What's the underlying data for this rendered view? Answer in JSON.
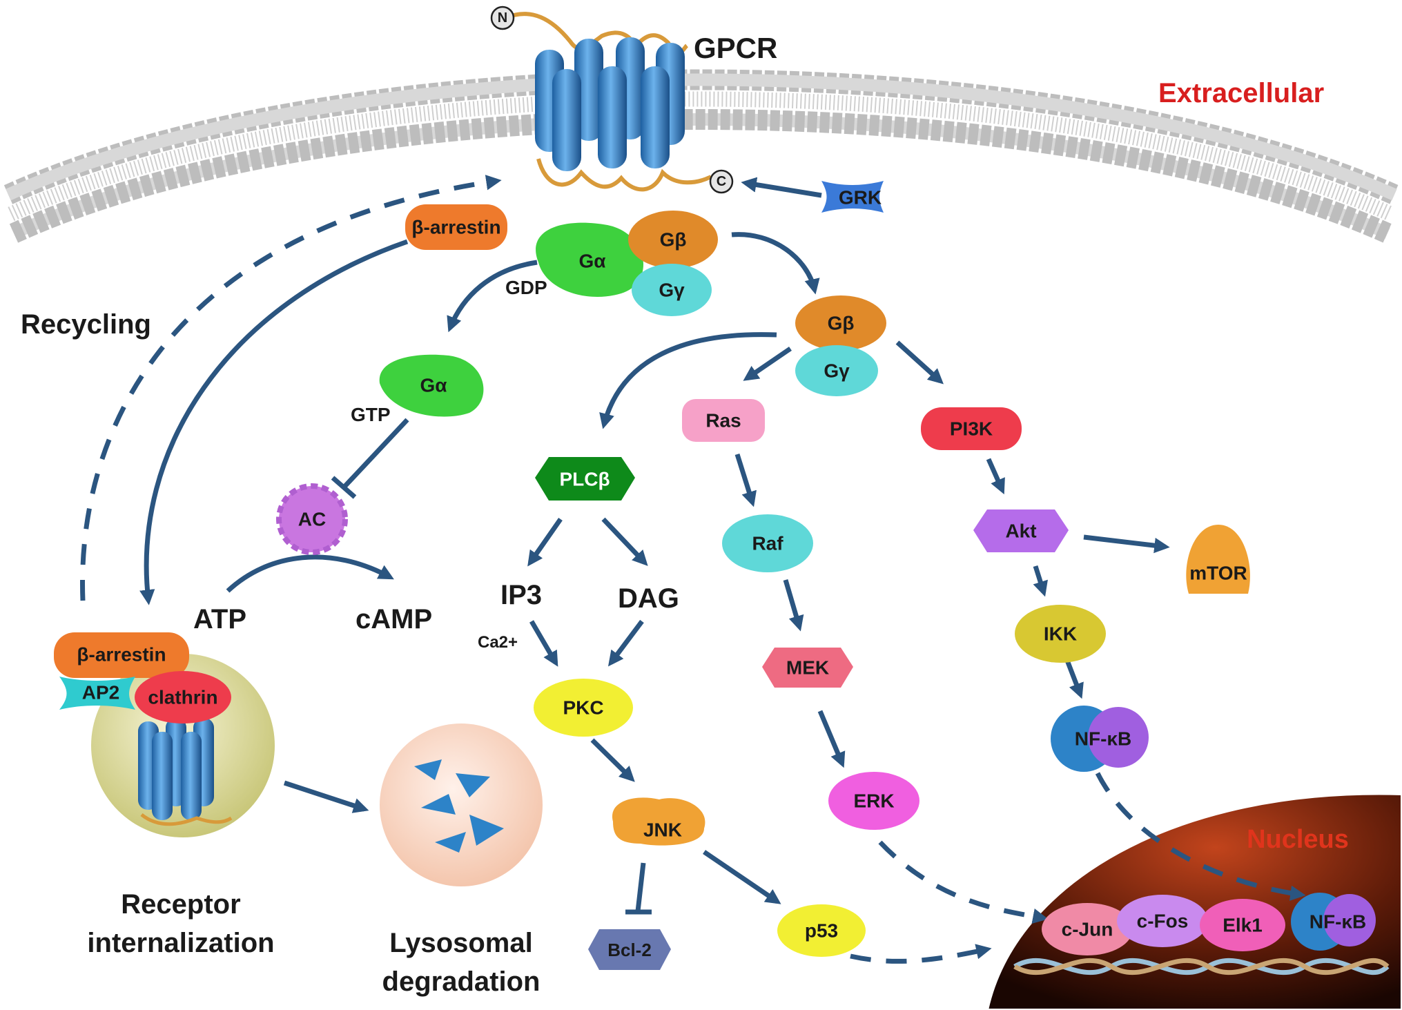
{
  "gpcr": {
    "label": "GPCR",
    "n_term": "N",
    "c_term": "C"
  },
  "compartments": {
    "extracellular": "Extracellular",
    "nucleus": "Nucleus"
  },
  "colors": {
    "arrow": "#2b5580",
    "extracellular": "#d81e1e",
    "nucleus": "#e0341c",
    "receptor": "#2d83c8",
    "loop": "#d89a3a",
    "membrane": "#bdbdbd"
  },
  "nodes": {
    "beta_arrestin_top": "β-arrestin",
    "g_alpha_complex": "Gα",
    "g_beta_complex": "Gβ",
    "g_gamma_complex": "Gγ",
    "grk": "GRK",
    "gdp": "GDP",
    "g_alpha": "Gα",
    "gtp": "GTP",
    "ac": "AC",
    "atp": "ATP",
    "camp": "cAMP",
    "g_beta": "Gβ",
    "g_gamma": "Gγ",
    "plc_beta": "PLCβ",
    "ip3": "IP3",
    "dag": "DAG",
    "ca2": "Ca2+",
    "pkc": "PKC",
    "jnk": "JNK",
    "bcl2": "Bcl-2",
    "p53": "p53",
    "ras": "Ras",
    "raf": "Raf",
    "mek": "MEK",
    "erk": "ERK",
    "pi3k": "PI3K",
    "akt": "Akt",
    "mtor": "mTOR",
    "ikk": "IKK",
    "nfkb": "NF-κB",
    "beta_arrestin_low": "β-arrestin",
    "ap2": "AP2",
    "clathrin": "clathrin"
  },
  "nucleus_factors": [
    "c-Jun",
    "c-Fos",
    "Elk1",
    "NF-κB"
  ],
  "process_labels": {
    "recycling": "Recycling",
    "internalization_line1": "Receptor",
    "internalization_line2": "internalization",
    "lysosomal_line1": "Lysosomal",
    "lysosomal_line2": "degradation"
  }
}
